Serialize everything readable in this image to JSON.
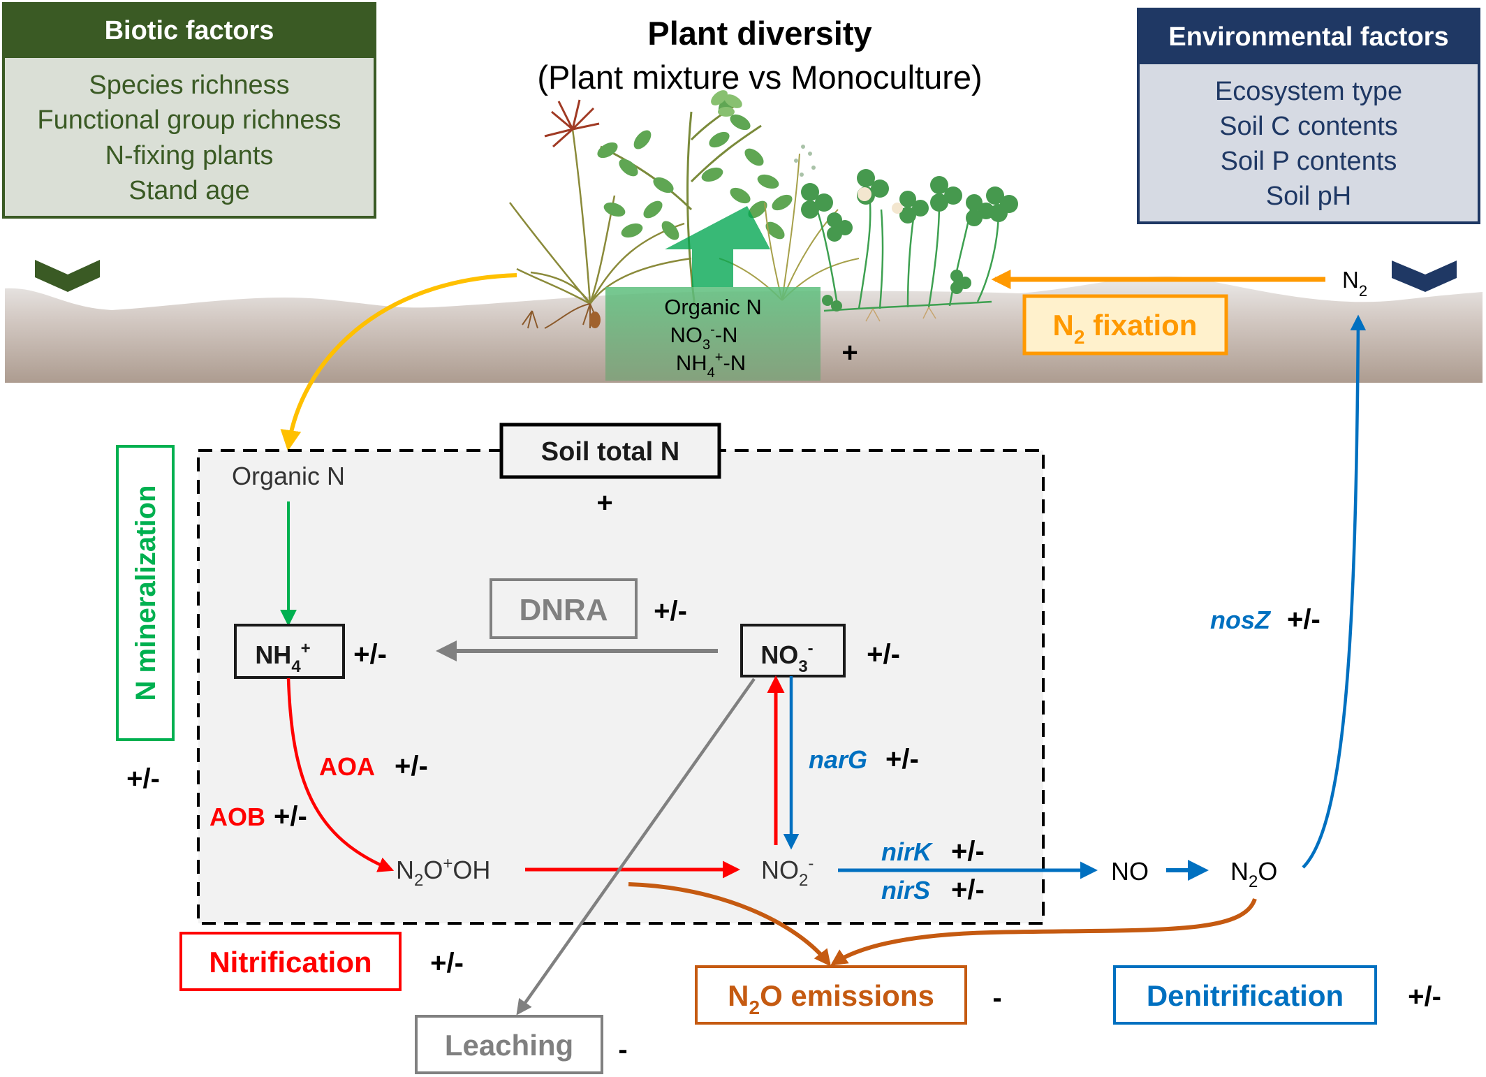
{
  "title": {
    "main": "Plant diversity",
    "subtitle": "(Plant mixture vs Monoculture)"
  },
  "biotic": {
    "header": "Biotic factors",
    "items": [
      "Species richness",
      "Functional group richness",
      "N-fixing plants",
      "Stand age"
    ],
    "header_color": "#3a5a24",
    "body_color": "#dadfd6"
  },
  "environmental": {
    "header": "Environmental factors",
    "items": [
      "Ecosystem type",
      "Soil C contents",
      "Soil P contents",
      "Soil pH"
    ],
    "header_color": "#1f3864",
    "body_color": "#d6dae3"
  },
  "plant_pool": {
    "lines": [
      "Organic N",
      "NO",
      "NH"
    ],
    "no3": {
      "base": "NO",
      "sub": "3",
      "sup": "-",
      "suffix": "-N"
    },
    "nh4": {
      "base": "NH",
      "sub": "4",
      "sup": "+",
      "suffix": "-N"
    },
    "effect": "+"
  },
  "n2_fixation": {
    "label_base": "N",
    "label_sub": "2",
    "label_rest": " fixation",
    "color": "#ff9900",
    "fill": "#fff1cc"
  },
  "n2": {
    "base": "N",
    "sub": "2"
  },
  "soil_total_n": {
    "label": "Soil total N",
    "effect": "+",
    "organic_n": "Organic N"
  },
  "n_mineralization": {
    "label": "N mineralization",
    "effect": "+/-",
    "color": "#00b050"
  },
  "nh4_box": {
    "base": "NH",
    "sub": "4",
    "sup": "+",
    "effect": "+/-"
  },
  "no3_box": {
    "base": "NO",
    "sub": "3",
    "sup": "-",
    "effect": "+/-"
  },
  "dnra": {
    "label": "DNRA",
    "effect": "+/-",
    "color": "#808080"
  },
  "genes": {
    "aoa": {
      "label": "AOA",
      "effect": "+/-"
    },
    "aob": {
      "label": "AOB",
      "effect": "+/-"
    },
    "narG": {
      "label": "narG",
      "effect": "+/-"
    },
    "nirK": {
      "label": "nirK",
      "effect": "+/-"
    },
    "nirS": {
      "label": "nirS",
      "effect": "+/-"
    },
    "nosZ": {
      "label": "nosZ",
      "effect": "+/-"
    }
  },
  "species": {
    "n2o_oh": {
      "a": "N",
      "sub": "2",
      "b": "O",
      "sup": "+",
      "c": "OH"
    },
    "no2": {
      "base": "NO",
      "sub": "2",
      "sup": "-"
    },
    "no": "NO",
    "n2o": {
      "a": "N",
      "sub": "2",
      "b": "O"
    }
  },
  "processes": {
    "nitrification": {
      "label": "Nitrification",
      "effect": "+/-",
      "color": "#ff0000"
    },
    "leaching": {
      "label": "Leaching",
      "effect": "-",
      "color": "#808080"
    },
    "n2o_emissions": {
      "label_base": "N",
      "label_sub": "2",
      "label_rest": "O emissions",
      "effect": "-",
      "color": "#c55a11"
    },
    "denitrification": {
      "label": "Denitrification",
      "effect": "+/-",
      "color": "#0070c0"
    }
  },
  "colors": {
    "red": "#ff0000",
    "blue": "#0070c0",
    "gray": "#808080",
    "green": "#00b050",
    "orange_brown": "#c55a11",
    "yellow": "#ffc000",
    "amber": "#ff9900"
  }
}
